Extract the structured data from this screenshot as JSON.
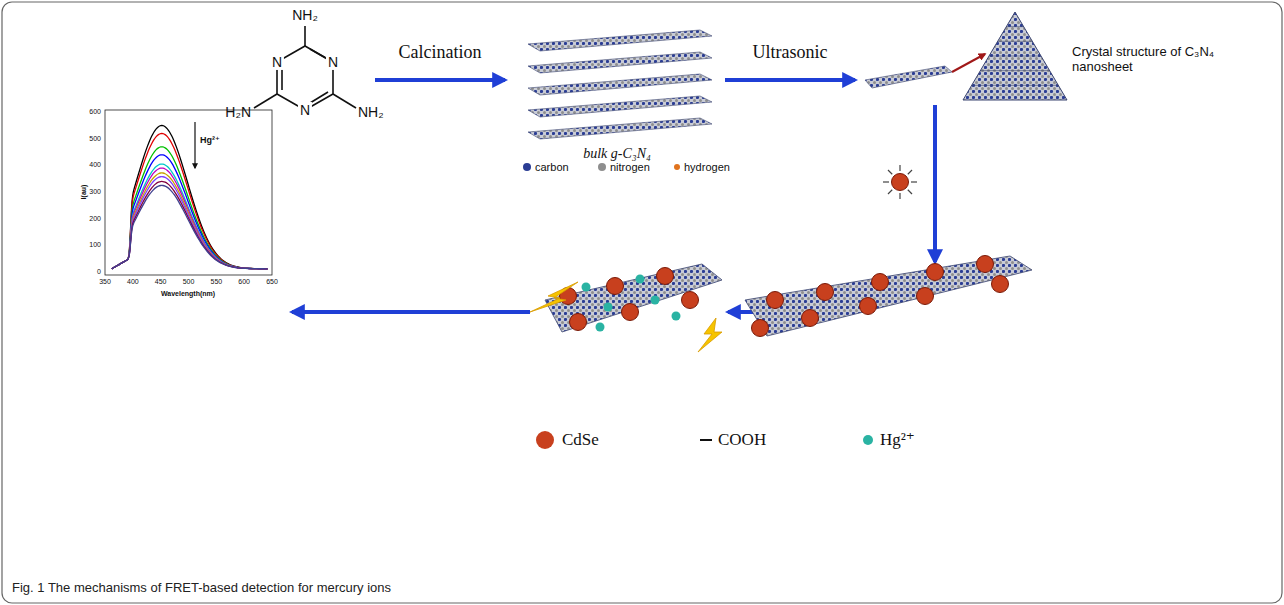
{
  "diagram": {
    "caption": "Fig. 1 The mechanisms of FRET-based detection for mercury ions",
    "labels": [
      "NH₂",
      "N",
      "N",
      "H₂N",
      "N",
      "NH₂",
      "Calcination",
      "bulk g-C₃N₄",
      "Ultrasonic",
      "Crystal structure of C₃N₄ nanosheet",
      "Hg²⁺",
      "0",
      "100",
      "200",
      "300",
      "400",
      "500",
      "600",
      "350",
      "400",
      "450",
      "500",
      "550",
      "600",
      "650",
      "I(au)",
      "Wavelength(nm)"
    ],
    "legend": [
      {
        "text": "carbon",
        "color": "#2b3d94"
      },
      {
        "text": "nitrogen",
        "color": "#8e8e8e"
      },
      {
        "text": "hydrogen",
        "color": "#e0731e"
      },
      {
        "text": "CdSe",
        "color": "#c8401e"
      },
      {
        "text": "COOH"
      },
      {
        "text": "Hg²⁺",
        "color": "#2ab3a3"
      }
    ]
  }
}
